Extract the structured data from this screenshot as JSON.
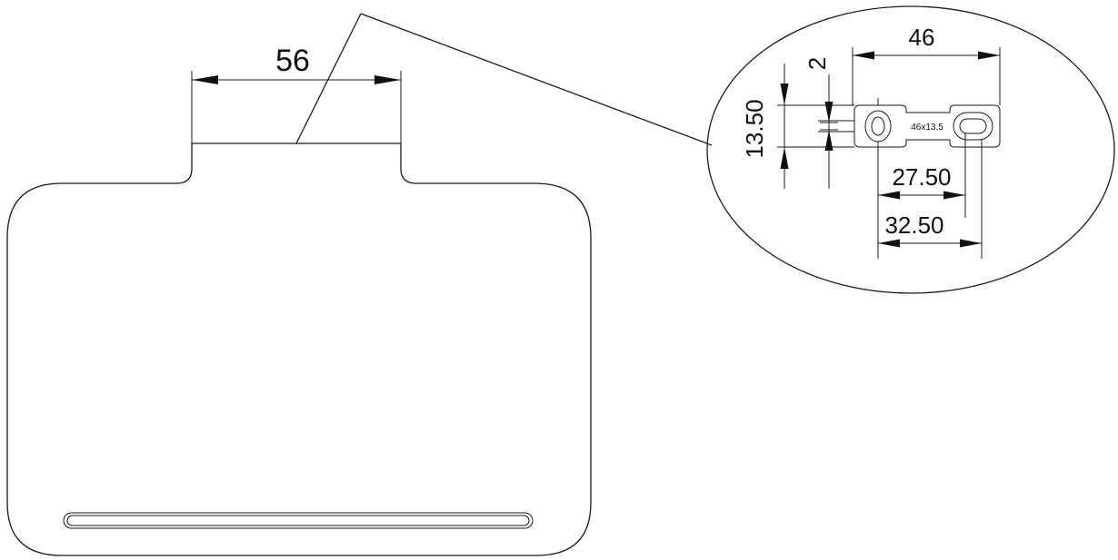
{
  "drawing": {
    "main_body_width_dim": "56",
    "detail": {
      "width_dim": "46",
      "thickness_dim": "2",
      "height_dim": "13.50",
      "hole_spacing_inner_dim": "27.50",
      "hole_spacing_outer_dim": "32.50",
      "plate_label": "46x13.5"
    }
  }
}
